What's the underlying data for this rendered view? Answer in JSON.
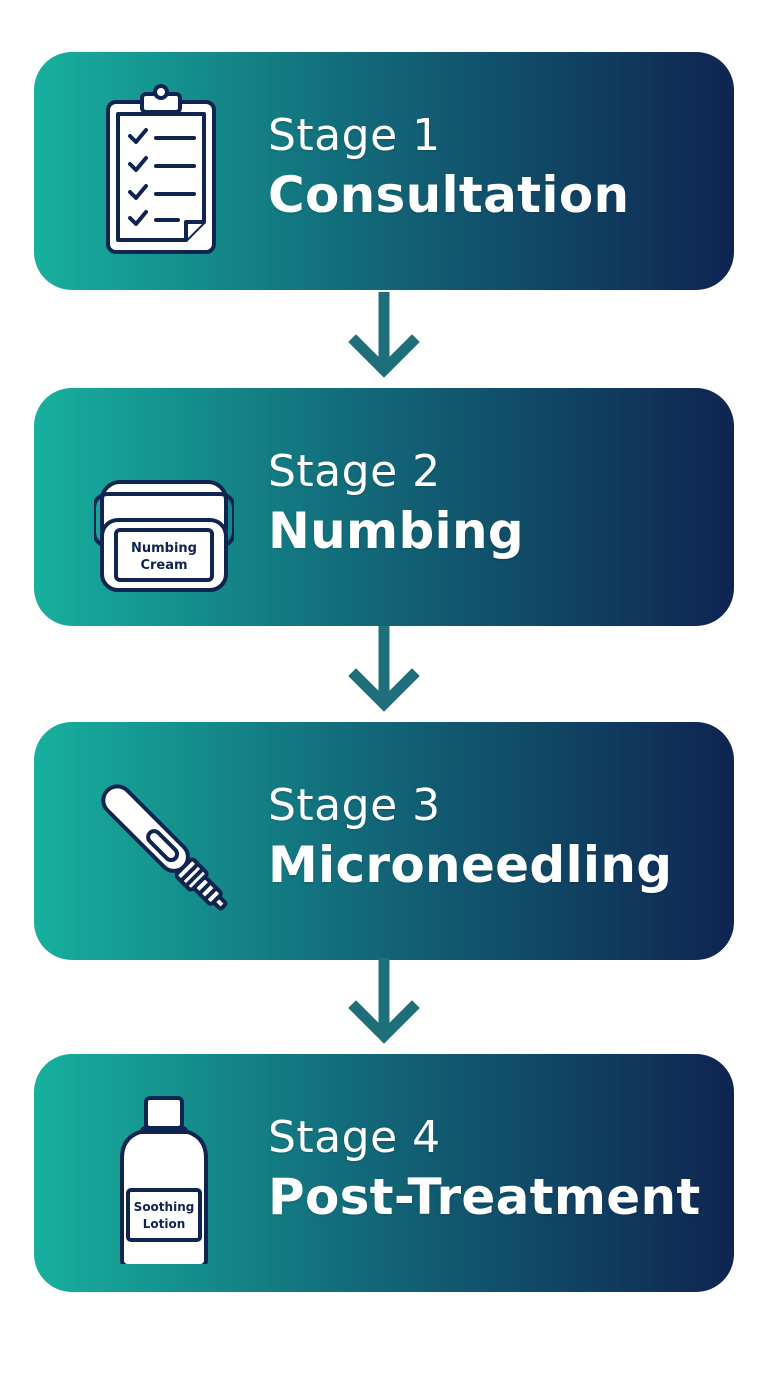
{
  "colors": {
    "gradient_start": "#17b09e",
    "gradient_end": "#0f2451",
    "arrow": "#1f6f7b",
    "icon_stroke": "#0f2451",
    "icon_fill": "#ffffff"
  },
  "stages": [
    {
      "label": "Stage 1",
      "title": "Consultation",
      "icon": "clipboard-checklist-icon"
    },
    {
      "label": "Stage 2",
      "title": "Numbing",
      "icon": "cream-jar-icon",
      "icon_text_1": "Numbing",
      "icon_text_2": "Cream"
    },
    {
      "label": "Stage 3",
      "title": "Microneedling",
      "icon": "microneedling-pen-icon"
    },
    {
      "label": "Stage 4",
      "title": "Post-Treatment",
      "icon": "lotion-bottle-icon",
      "icon_text_1": "Soothing",
      "icon_text_2": "Lotion"
    }
  ]
}
